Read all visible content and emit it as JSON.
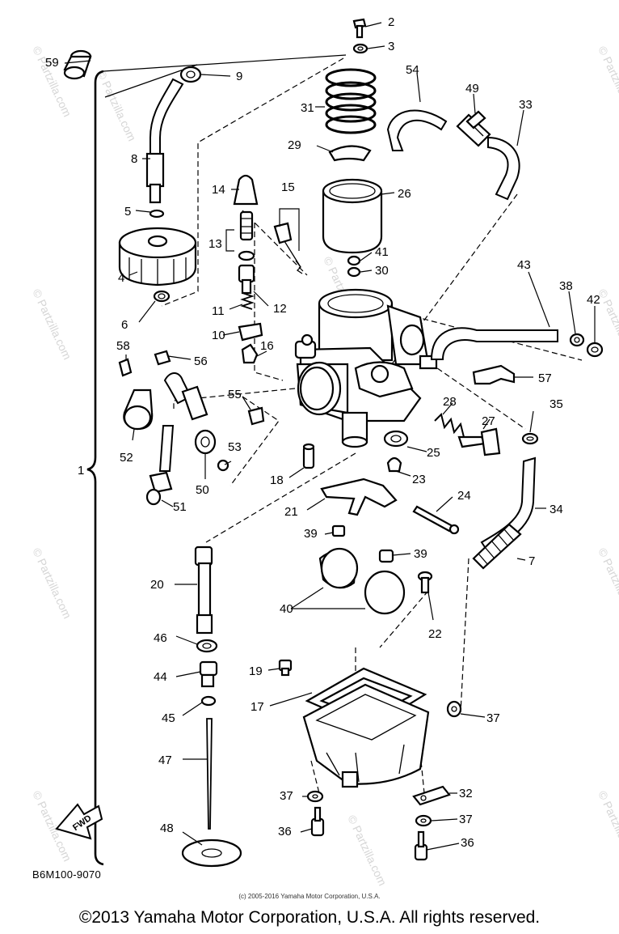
{
  "diagram": {
    "labels": [
      {
        "id": "59",
        "text": "59"
      },
      {
        "id": "9",
        "text": "9"
      },
      {
        "id": "8",
        "text": "8"
      },
      {
        "id": "5",
        "text": "5"
      },
      {
        "id": "4",
        "text": "4"
      },
      {
        "id": "6",
        "text": "6"
      },
      {
        "id": "14",
        "text": "14"
      },
      {
        "id": "13",
        "text": "13"
      },
      {
        "id": "12",
        "text": "12"
      },
      {
        "id": "11",
        "text": "11"
      },
      {
        "id": "10",
        "text": "10"
      },
      {
        "id": "2",
        "text": "2"
      },
      {
        "id": "3",
        "text": "3"
      },
      {
        "id": "31",
        "text": "31"
      },
      {
        "id": "29",
        "text": "29"
      },
      {
        "id": "15",
        "text": "15"
      },
      {
        "id": "26",
        "text": "26"
      },
      {
        "id": "41",
        "text": "41"
      },
      {
        "id": "30",
        "text": "30"
      },
      {
        "id": "16",
        "text": "16"
      },
      {
        "id": "54",
        "text": "54"
      },
      {
        "id": "49",
        "text": "49"
      },
      {
        "id": "33",
        "text": "33"
      },
      {
        "id": "43",
        "text": "43"
      },
      {
        "id": "38",
        "text": "38"
      },
      {
        "id": "42",
        "text": "42"
      },
      {
        "id": "57",
        "text": "57"
      },
      {
        "id": "35",
        "text": "35"
      },
      {
        "id": "58",
        "text": "58"
      },
      {
        "id": "56",
        "text": "56"
      },
      {
        "id": "52",
        "text": "52"
      },
      {
        "id": "55",
        "text": "55"
      },
      {
        "id": "53",
        "text": "53"
      },
      {
        "id": "50",
        "text": "50"
      },
      {
        "id": "51",
        "text": "51"
      },
      {
        "id": "1",
        "text": "1"
      },
      {
        "id": "28",
        "text": "28"
      },
      {
        "id": "27",
        "text": "27"
      },
      {
        "id": "25",
        "text": "25"
      },
      {
        "id": "23",
        "text": "23"
      },
      {
        "id": "18",
        "text": "18"
      },
      {
        "id": "21",
        "text": "21"
      },
      {
        "id": "24",
        "text": "24"
      },
      {
        "id": "34",
        "text": "34"
      },
      {
        "id": "39a",
        "text": "39"
      },
      {
        "id": "39b",
        "text": "39"
      },
      {
        "id": "7",
        "text": "7"
      },
      {
        "id": "20",
        "text": "20"
      },
      {
        "id": "40",
        "text": "40"
      },
      {
        "id": "22",
        "text": "22"
      },
      {
        "id": "46",
        "text": "46"
      },
      {
        "id": "44",
        "text": "44"
      },
      {
        "id": "19",
        "text": "19"
      },
      {
        "id": "17",
        "text": "17"
      },
      {
        "id": "45",
        "text": "45"
      },
      {
        "id": "37a",
        "text": "37"
      },
      {
        "id": "47",
        "text": "47"
      },
      {
        "id": "37b",
        "text": "37"
      },
      {
        "id": "32",
        "text": "32"
      },
      {
        "id": "37c",
        "text": "37"
      },
      {
        "id": "36a",
        "text": "36"
      },
      {
        "id": "36b",
        "text": "36"
      },
      {
        "id": "48",
        "text": "48"
      }
    ],
    "fwd_arrow": "FWD",
    "watermark": "© Partzilla.com",
    "drawing_code": "B6M100-9070",
    "small_copyright": "(c) 2005-2016 Yamaha Motor Corporation, U.S.A.",
    "copyright": "©2013 Yamaha Motor Corporation, U.S.A. All rights reserved."
  }
}
